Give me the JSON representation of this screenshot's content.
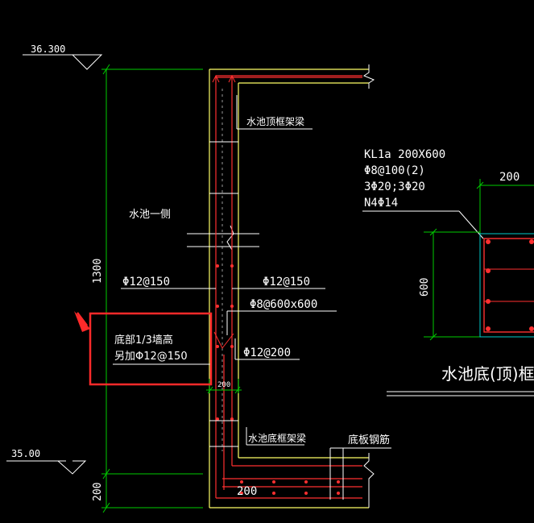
{
  "drawing": {
    "background": "#000000",
    "colors": {
      "dimension": "#00cc00",
      "wall": "#ffff66",
      "rebar": "#ff3030",
      "leader": "#ffffff",
      "beam_outline": "#00cccc",
      "highlight_box": "#ff2a2a"
    },
    "elevations": {
      "top": "36.300",
      "bottom": "35.00"
    },
    "dimensions": {
      "left_height": "1300",
      "bottom_height": "200",
      "wall_thickness": "200",
      "bottom_slab_width": "200",
      "beam_width": "200",
      "beam_height": "600"
    },
    "labels": {
      "top_frame_beam": "水池顶框架梁",
      "pool_side": "水池一侧",
      "rebar_left": "Φ12@150",
      "rebar_right": "Φ12@150",
      "tie_bars": "Φ8@600x600",
      "extra_bar_note_line1": "底部1/3墙高",
      "extra_bar_note_line2": "另加Φ12@150",
      "extra_bar": "Φ12@200",
      "bottom_frame_beam": "水池底框架梁",
      "bottom_slab_rebar": "底板钢筋",
      "section_title": "水池底(顶)框"
    },
    "beam_spec": {
      "name": "KL1a   200X600",
      "stirrups": "Φ8@100(2)",
      "main_bars": "3Φ20;3Φ20",
      "side_bars": "N4Φ14"
    }
  }
}
